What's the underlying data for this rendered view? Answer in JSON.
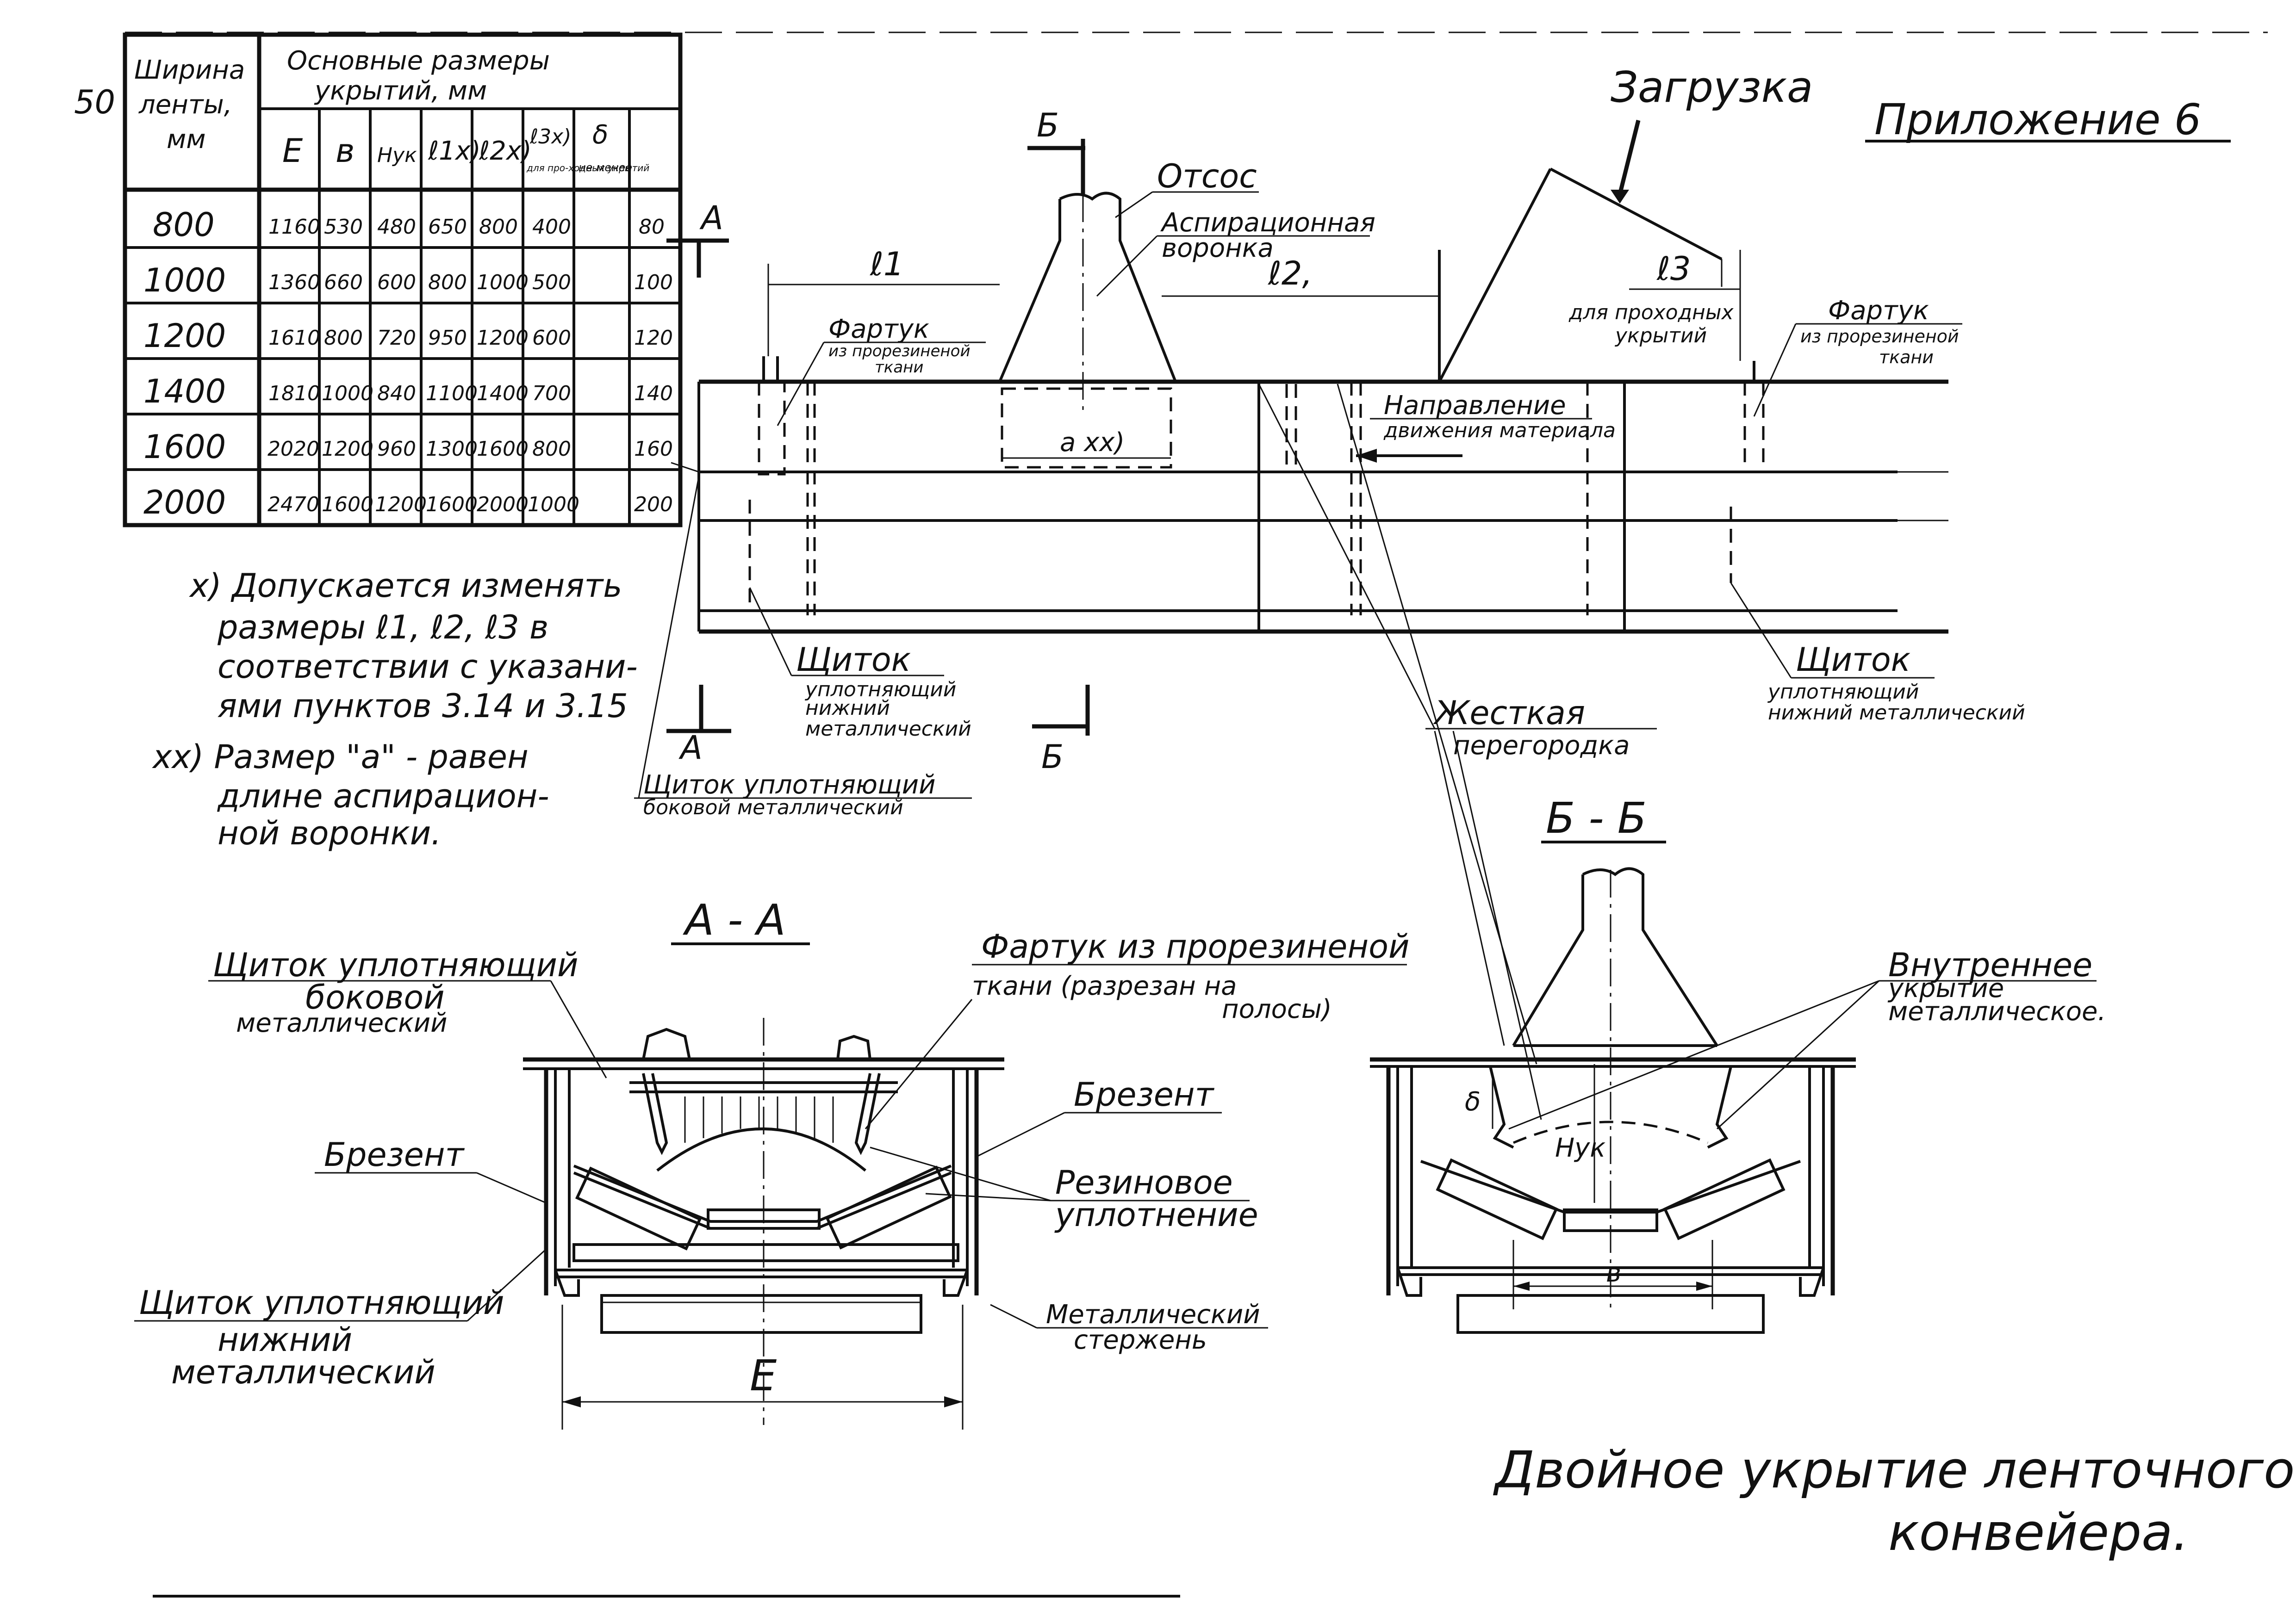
{
  "sheet": {
    "page_number": "50",
    "appendix": "Приложение 6",
    "title_line1": "Двойное укрытие ленточного",
    "title_line2": "конвейера."
  },
  "table": {
    "col_belt_width_line1": "Ширина",
    "col_belt_width_line2": "ленты,",
    "col_belt_width_line3": "мм",
    "group_header_line1": "Основные размеры",
    "group_header_line2": "укрытий, мм",
    "sub_headers": {
      "E": "E",
      "b": "в",
      "H": "Hук",
      "l1": "ℓ1x)",
      "l2": "ℓ2x)",
      "l3": "ℓ3x)",
      "l3_note": "для про-ходных укрытий",
      "delta": "δ",
      "delta_note": "не менее"
    },
    "rows": [
      {
        "width": "800",
        "E": "1160",
        "b": "530",
        "H": "480",
        "l1": "650",
        "l2": "800",
        "l3": "400",
        "d": "80"
      },
      {
        "width": "1000",
        "E": "1360",
        "b": "660",
        "H": "600",
        "l1": "800",
        "l2": "1000",
        "l3": "500",
        "d": "100"
      },
      {
        "width": "1200",
        "E": "1610",
        "b": "800",
        "H": "720",
        "l1": "950",
        "l2": "1200",
        "l3": "600",
        "d": "120"
      },
      {
        "width": "1400",
        "E": "1810",
        "b": "1000",
        "H": "840",
        "l1": "1100",
        "l2": "1400",
        "l3": "700",
        "d": "140"
      },
      {
        "width": "1600",
        "E": "2020",
        "b": "1200",
        "H": "960",
        "l1": "1300",
        "l2": "1600",
        "l3": "800",
        "d": "160"
      },
      {
        "width": "2000",
        "E": "2470",
        "b": "1600",
        "H": "1200",
        "l1": "1600",
        "l2": "2000",
        "l3": "1000",
        "d": "200"
      }
    ]
  },
  "notes": {
    "note1_line1": "x) Допускается изменять",
    "note1_line2": "размеры ℓ1, ℓ2, ℓ3  в",
    "note1_line3": "соответствии с указани-",
    "note1_line4": "ями пунктов 3.14 и 3.15",
    "note2_line1": "xx) Размер \"a\" - равен",
    "note2_line2": "длине аспирацион-",
    "note2_line3": "ной воронки."
  },
  "plan_view": {
    "loading": "Загрузка",
    "suction": "Отсос",
    "funnel_line1": "Аспирационная",
    "funnel_line2": "воронка",
    "apron_left_line1": "Фартук",
    "apron_left_line2": "из прорезиненой",
    "apron_left_line3": "ткани",
    "apron_right_line1": "Фартук",
    "apron_right_line2": "из прорезиненой",
    "apron_right_line3": "ткани",
    "through_line1": "для проходных",
    "through_line2": "укрытий",
    "direction_line1": "Направление",
    "direction_line2": "движения материала",
    "dim_l1": "ℓ1",
    "dim_l2": "ℓ2,",
    "dim_l3": "ℓ3",
    "dim_a": "a xx)",
    "section_a_top": "A",
    "section_a_bottom": "A",
    "section_b_top": "Б",
    "section_b_bottom": "Б",
    "shield_lower_left_line1": "Щиток",
    "shield_lower_left_line2": "уплотняющий",
    "shield_lower_left_line3": "нижний",
    "shield_lower_left_line4": "металлический",
    "shield_side_line1": "Щиток уплотняющий",
    "shield_side_line2": "боковой металлический",
    "shield_lower_right_line1": "Щиток",
    "shield_lower_right_line2": "уплотняющий",
    "shield_lower_right_line3": "нижний металлический",
    "partition_line1": "Жесткая",
    "partition_line2": "перегородка"
  },
  "section_aa": {
    "title": "А - А",
    "side_shield_line1": "Щиток уплотняющий",
    "side_shield_line2": "боковой",
    "side_shield_line3": "металлический",
    "apron_line1": "Фартук из прорезиненой",
    "apron_line2": "ткани (разрезан на",
    "apron_line3": "полосы)",
    "tarp_right": "Брезент",
    "tarp_left": "Брезент",
    "rubber_line1": "Резиновое",
    "rubber_line2": "уплотнение",
    "lower_shield_line1": "Щиток уплотняющий",
    "lower_shield_line2": "нижний",
    "lower_shield_line3": "металлический",
    "rod_line1": "Металлический",
    "rod_line2": "стержень",
    "dim_E": "E"
  },
  "section_bb": {
    "title": "Б - Б",
    "inner_line1": "Внутреннее",
    "inner_line2": "укрытие",
    "inner_line3": "металлическое.",
    "dim_delta": "δ",
    "dim_H": "Hук",
    "dim_b": "в"
  }
}
